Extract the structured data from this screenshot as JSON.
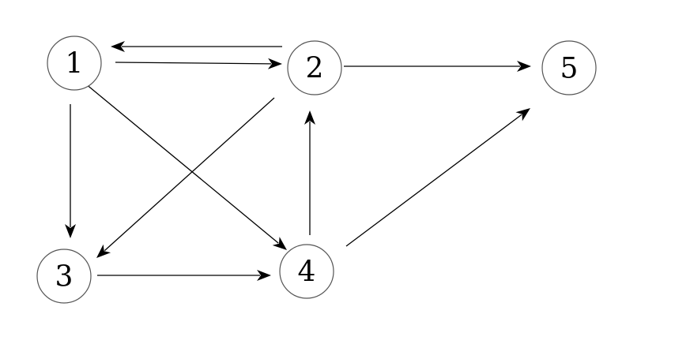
{
  "graph": {
    "nodes": [
      {
        "id": "1",
        "label": "1"
      },
      {
        "id": "2",
        "label": "2"
      },
      {
        "id": "3",
        "label": "3"
      },
      {
        "id": "4",
        "label": "4"
      },
      {
        "id": "5",
        "label": "5"
      }
    ],
    "edges": [
      {
        "from": "1",
        "to": "2"
      },
      {
        "from": "2",
        "to": "1"
      },
      {
        "from": "1",
        "to": "3"
      },
      {
        "from": "1",
        "to": "4"
      },
      {
        "from": "2",
        "to": "3"
      },
      {
        "from": "2",
        "to": "5"
      },
      {
        "from": "3",
        "to": "4"
      },
      {
        "from": "4",
        "to": "2"
      },
      {
        "from": "4",
        "to": "5"
      }
    ]
  },
  "colors": {
    "line": "#000000",
    "node_border": "#555555",
    "background": "#ffffff"
  }
}
